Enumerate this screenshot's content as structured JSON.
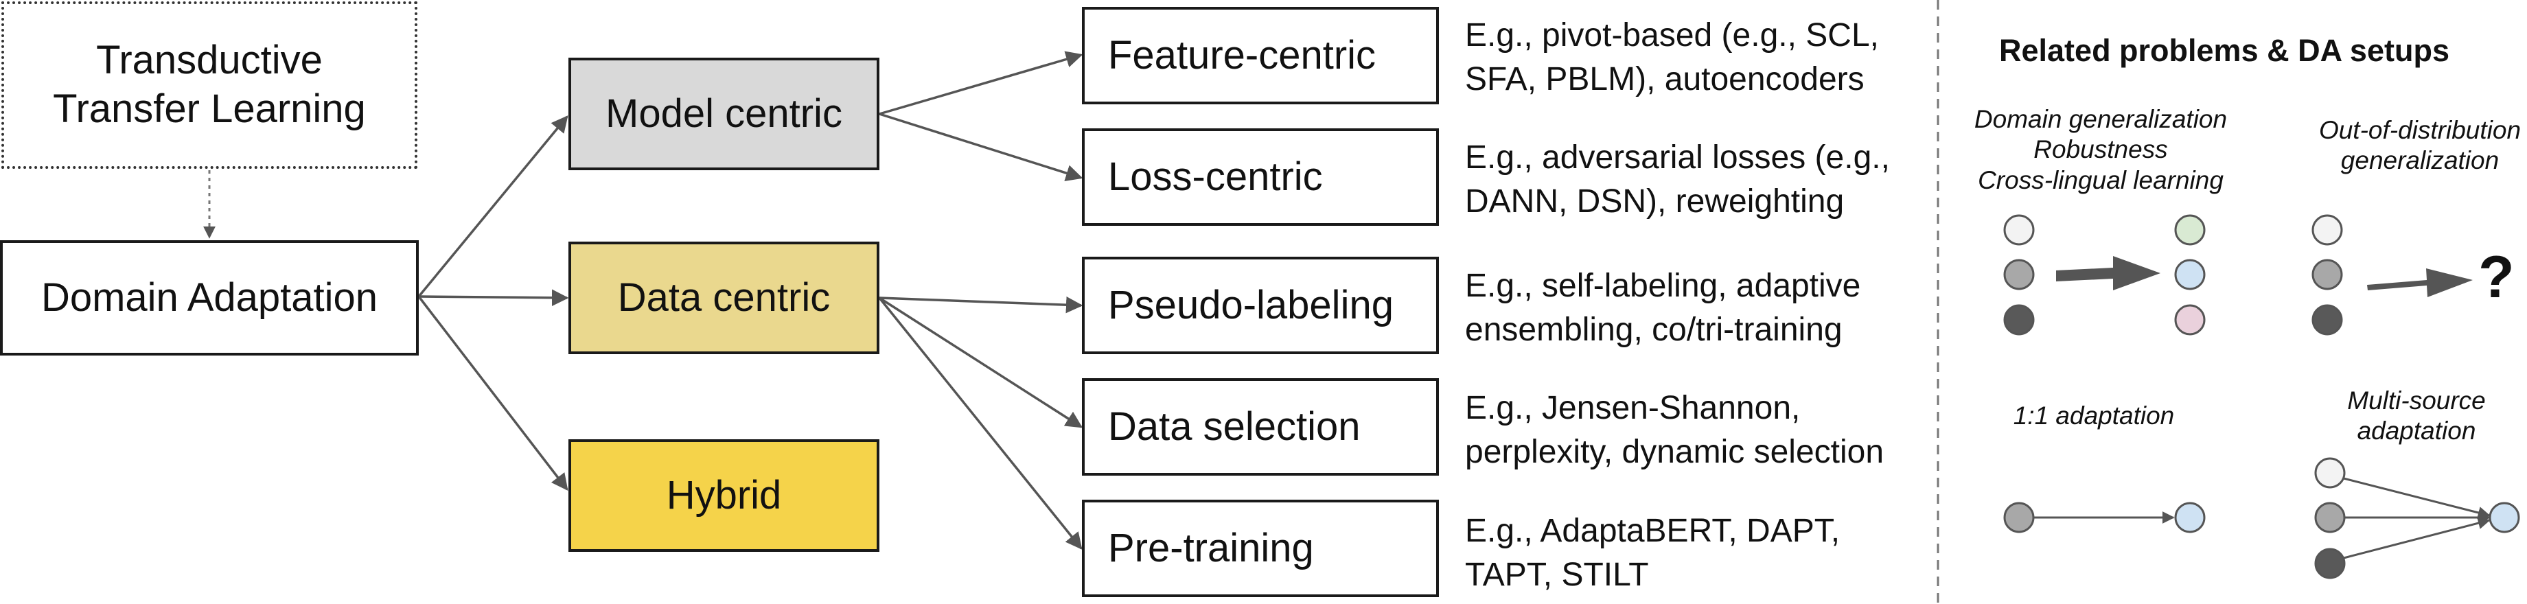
{
  "boxes": {
    "transductive": "Transductive\nTransfer Learning",
    "domain_adaptation": "Domain Adaptation",
    "model_centric": "Model centric",
    "data_centric": "Data centric",
    "hybrid": "Hybrid",
    "feature_centric": "Feature-centric",
    "loss_centric": "Loss-centric",
    "pseudo_labeling": "Pseudo-labeling",
    "data_selection": "Data selection",
    "pre_training": "Pre-training"
  },
  "examples": {
    "feature_centric": "E.g., pivot-based (e.g., SCL,\nSFA, PBLM), autoencoders",
    "loss_centric": "E.g., adversarial losses (e.g.,\nDANN, DSN), reweighting",
    "pseudo_labeling": "E.g., self-labeling, adaptive\nensembling, co/tri-training",
    "data_selection": "E.g., Jensen-Shannon,\nperplexity, dynamic selection",
    "pre_training": "E.g., AdaptaBERT, DAPT,\nTAPT, STILT"
  },
  "related": {
    "title": "Related problems & DA setups",
    "dg_label": "Domain generalization\nRobustness\nCross-lingual learning",
    "ood_label": "Out-of-distribution\ngeneralization",
    "one_to_one_label": "1:1 adaptation",
    "multi_source_label": "Multi-source\nadaptation",
    "unknown_mark": "?"
  },
  "colors": {
    "model_centric_fill": "#d9d9d9",
    "data_centric_fill": "#ead88e",
    "hybrid_fill": "#f5d34a",
    "box_border": "#1a1a1a",
    "arrow": "#555555",
    "node_light": "#f3f3f3",
    "node_mid": "#a8a8a8",
    "node_dark": "#595959",
    "node_green": "#d9ead3",
    "node_blue": "#cfe2f3",
    "node_pink": "#ead1dc"
  }
}
